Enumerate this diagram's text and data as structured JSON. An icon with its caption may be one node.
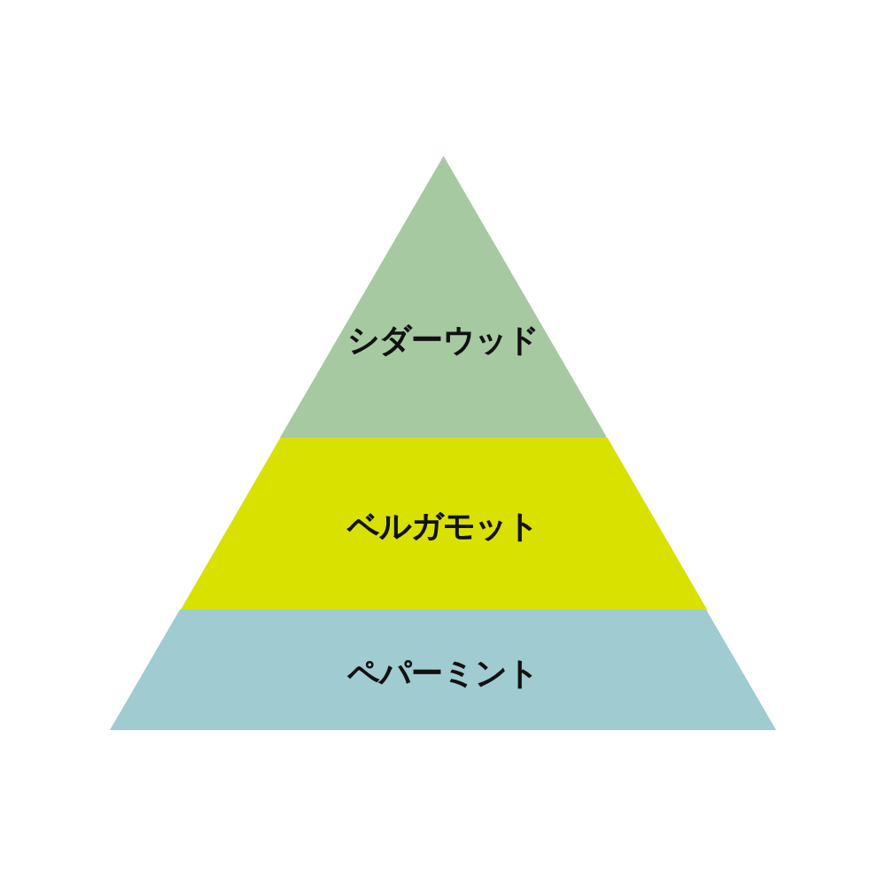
{
  "diagram": {
    "nodes": [
      {
        "text": [
          "シダーウッド"
        ]
      },
      {
        "text": [
          "ベルガモット"
        ]
      },
      {
        "text": [
          "ペパーミント"
        ]
      }
    ]
  }
}
